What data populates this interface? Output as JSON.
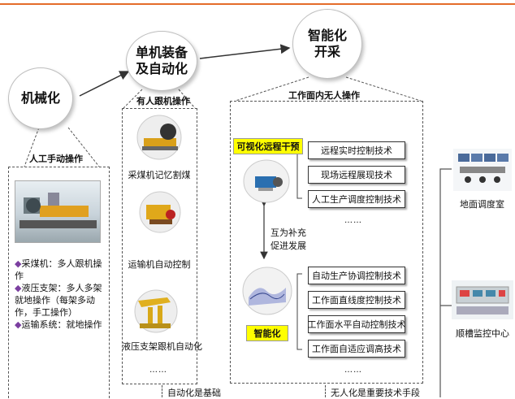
{
  "stages": {
    "stage1": "机械化",
    "stage2_line1": "单机装备",
    "stage2_line2": "及自动化",
    "stage3_line1": "智能化",
    "stage3_line2": "开采"
  },
  "column1": {
    "header": "人工手动操作",
    "bullets": [
      {
        "marker": "◆",
        "text": "采煤机：多人跟机操作"
      },
      {
        "marker": "◆",
        "text": "液压支架：多人多架就地操作（每架多动作，手工操作）"
      },
      {
        "marker": "◆",
        "text": "运输系统：就地操作"
      }
    ]
  },
  "column2": {
    "header": "有人跟机操作",
    "captions": [
      "采煤机记忆割煤",
      "运输机自动控制",
      "液压支架跟机自动化"
    ],
    "dots": "……",
    "bottom": "自动化是基础"
  },
  "column3": {
    "header": "工作面内无人操作",
    "tag_top": "可视化远程干预",
    "tag_bottom": "智能化",
    "mutual_line1": "互为补充",
    "mutual_line2": "促进发展",
    "tech_top": [
      "远程实时控制技术",
      "现场远程展现技术",
      "人工生产调度控制技术"
    ],
    "dots_top": "……",
    "tech_bottom": [
      "自动生产协调控制技术",
      "工作面直线度控制技术",
      "工作面水平自动控制技术",
      "工作面自适应调高技术"
    ],
    "dots_bottom": "……",
    "bottom": "无人化是重要技术手段"
  },
  "right_panel": {
    "label_top": "地面调度室",
    "label_bottom": "顺槽监控中心"
  },
  "colors": {
    "top_line": "#e46c2a",
    "yellow_tag": "#ffff00",
    "bullet_marker": "#7b3fa0"
  }
}
